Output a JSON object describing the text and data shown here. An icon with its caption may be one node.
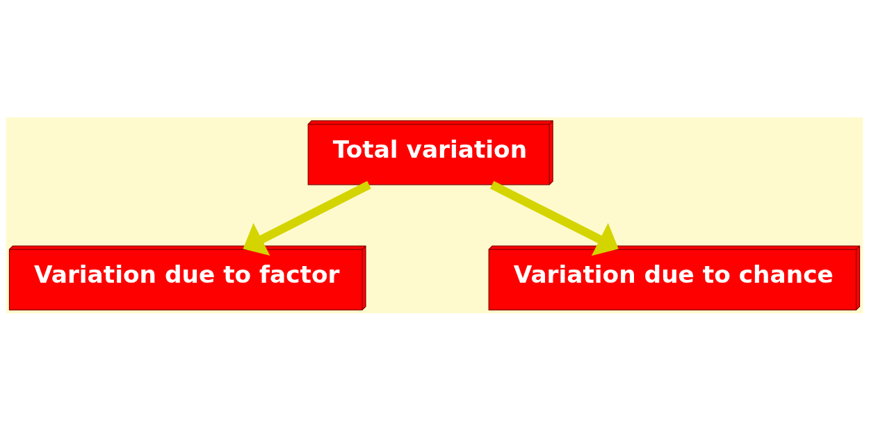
{
  "diagram": {
    "nodes": [
      {
        "text": [
          "Total variation"
        ]
      },
      {
        "text": [
          "Variation due to factor"
        ]
      },
      {
        "text": [
          "Variation due to chance"
        ]
      }
    ],
    "edges": [
      {
        "from": 0,
        "to": 1,
        "arrow": "to"
      },
      {
        "from": 0,
        "to": 2,
        "arrow": "to"
      }
    ]
  }
}
